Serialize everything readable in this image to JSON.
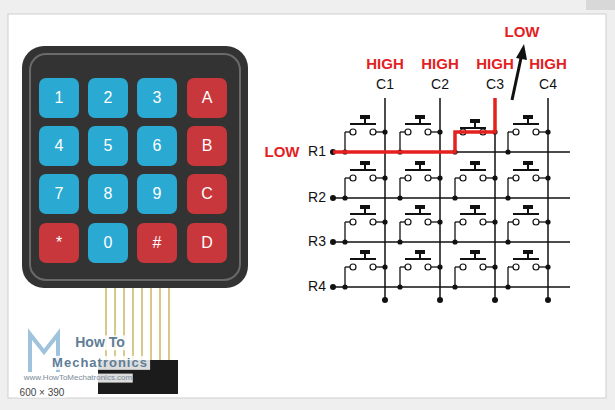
{
  "diagram": {
    "nodes": [
      {
        "text": [
          "1"
        ]
      },
      {
        "text": [
          "2"
        ]
      },
      {
        "text": [
          "3"
        ]
      },
      {
        "text": [
          "A"
        ]
      },
      {
        "text": [
          "4"
        ]
      },
      {
        "text": [
          "5"
        ]
      },
      {
        "text": [
          "6"
        ]
      },
      {
        "text": [
          "B"
        ]
      },
      {
        "text": [
          "7"
        ]
      },
      {
        "text": [
          "8"
        ]
      },
      {
        "text": [
          "9"
        ]
      },
      {
        "text": [
          "C"
        ]
      },
      {
        "text": [
          "*"
        ]
      },
      {
        "text": [
          "0"
        ]
      },
      {
        "text": [
          "#"
        ]
      },
      {
        "text": [
          "D"
        ]
      }
    ],
    "labels": [
      "HIGH",
      "HIGH",
      "HIGH",
      "HIGH",
      "LOW",
      "C1",
      "C2",
      "C3",
      "C4",
      "LOW",
      "R1",
      "R2",
      "R3",
      "R4",
      "How To",
      "Mechatronics",
      "www.HowToMechatronics.com",
      "600 × 390"
    ]
  }
}
